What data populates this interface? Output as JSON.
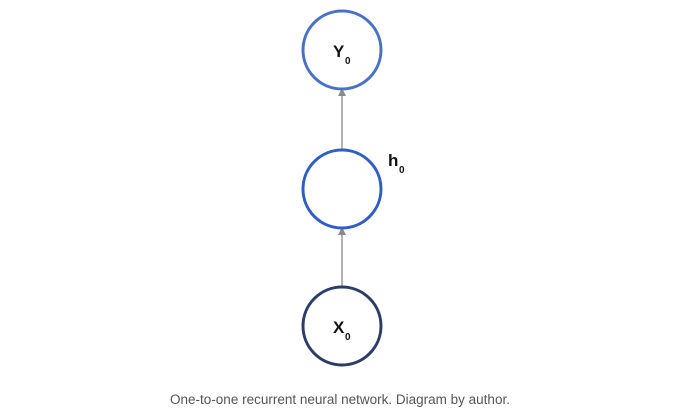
{
  "diagram": {
    "nodes": {
      "output": {
        "label": "Y",
        "subscript": "0"
      },
      "hidden": {
        "label": "h",
        "subscript": "0"
      },
      "input": {
        "label": "X",
        "subscript": "0"
      }
    },
    "colors": {
      "output_border": "#4a72c4",
      "hidden_border": "#2f5fc0",
      "input_border": "#2c3e66",
      "arrow": "#8a8a8a"
    }
  },
  "caption": "One-to-one recurrent neural network. Diagram by author."
}
